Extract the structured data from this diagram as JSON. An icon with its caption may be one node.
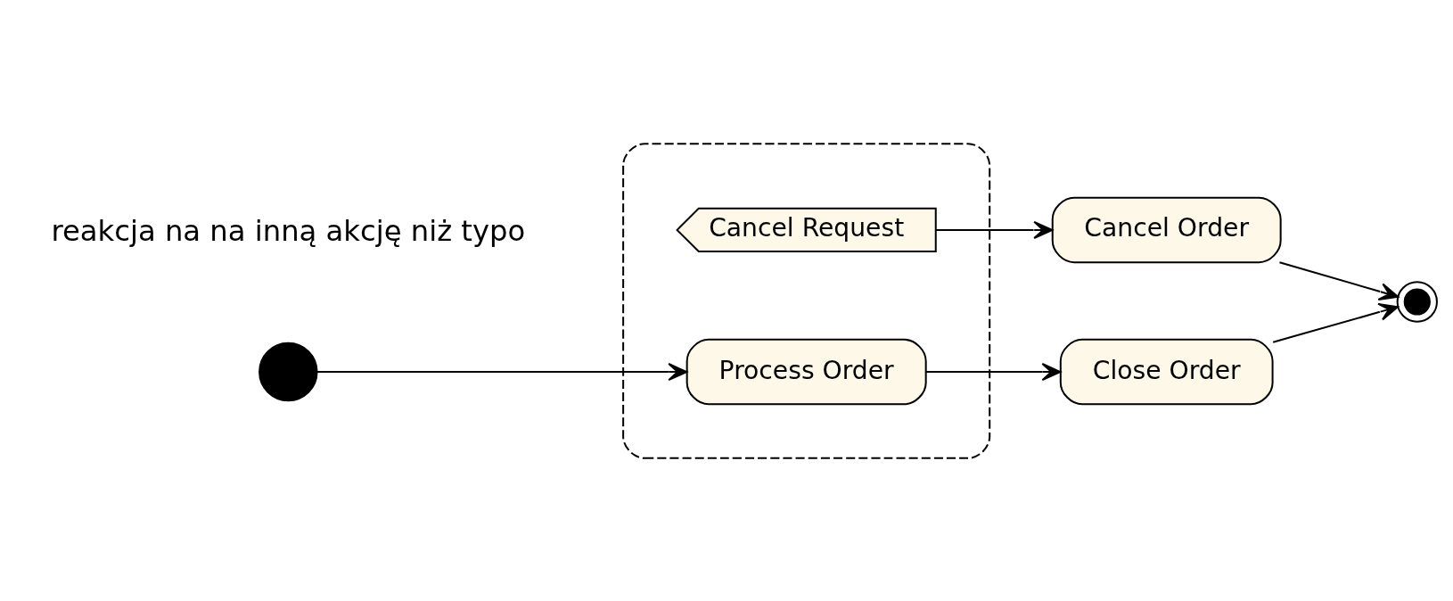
{
  "diagram": {
    "nodes": [
      {
        "text": [],
        "shape": "box"
      },
      {
        "text": [
          "Cancel Request"
        ],
        "in": 0
      },
      {
        "text": [
          "Cancel Order"
        ]
      },
      {
        "text": [],
        "shape": "circle"
      },
      {
        "text": [
          "Process Order"
        ],
        "in": 0
      },
      {
        "text": [
          "Close Order"
        ]
      },
      {
        "text": [],
        "shape": "circle"
      }
    ],
    "edges": [
      {
        "from": 3,
        "to": 4,
        "arrow": "to"
      },
      {
        "from": 4,
        "to": 5,
        "arrow": "to"
      },
      {
        "from": 5,
        "to": 6,
        "arrow": "to"
      },
      {
        "from": 1,
        "to": 2,
        "arrow": "to"
      },
      {
        "from": 2,
        "to": 6,
        "arrow": "to"
      }
    ],
    "labels": [
      "reakcja na na inną akcję niż typo"
    ]
  }
}
